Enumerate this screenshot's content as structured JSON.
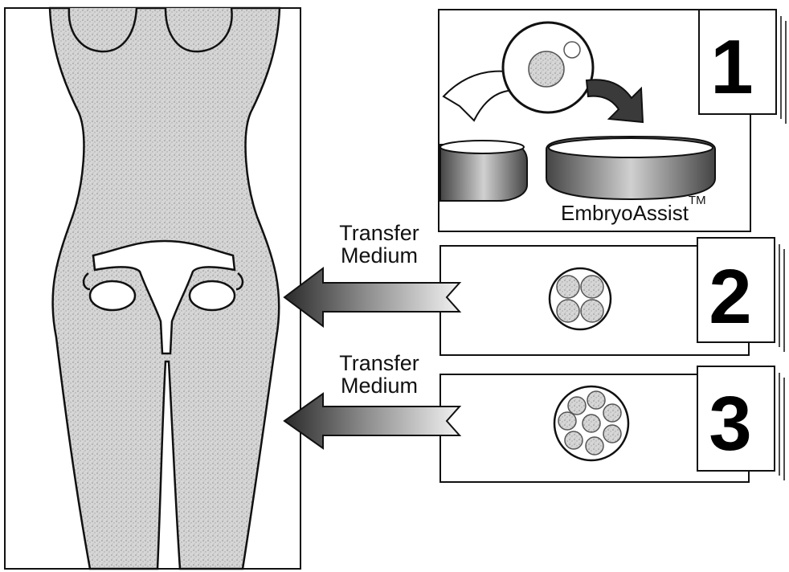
{
  "steps": [
    {
      "number": "1",
      "brand": "EmbryoAssist",
      "brand_mark": "TM"
    },
    {
      "number": "2",
      "arrow_label_line1": "Transfer",
      "arrow_label_line2": "Medium"
    },
    {
      "number": "3",
      "arrow_label_line1": "Transfer",
      "arrow_label_line2": "Medium"
    }
  ],
  "colors": {
    "stipple": "#c9c9c9",
    "line": "#1a1a1a",
    "arrow_dark": "#333333",
    "arrow_light": "#dddddd"
  }
}
